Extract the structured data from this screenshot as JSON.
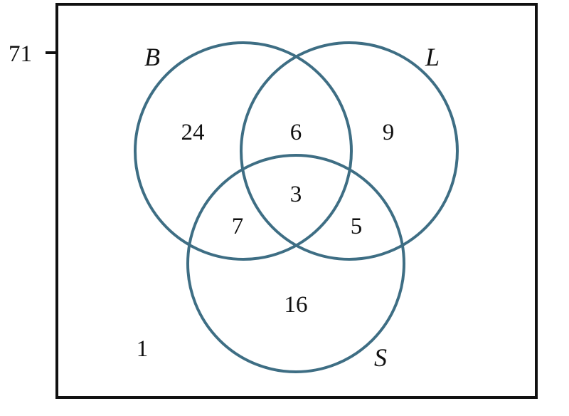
{
  "universe_total": "71",
  "colors": {
    "circle_stroke": "#3e6e84",
    "frame": "#111111"
  },
  "sets": {
    "b": {
      "label": "B"
    },
    "l": {
      "label": "L"
    },
    "s": {
      "label": "S"
    }
  },
  "regions": {
    "b_only": "24",
    "b_and_l_only": "6",
    "l_only": "9",
    "b_and_l_and_s": "3",
    "b_and_s_only": "7",
    "l_and_s_only": "5",
    "s_only": "16",
    "outside": "1"
  }
}
